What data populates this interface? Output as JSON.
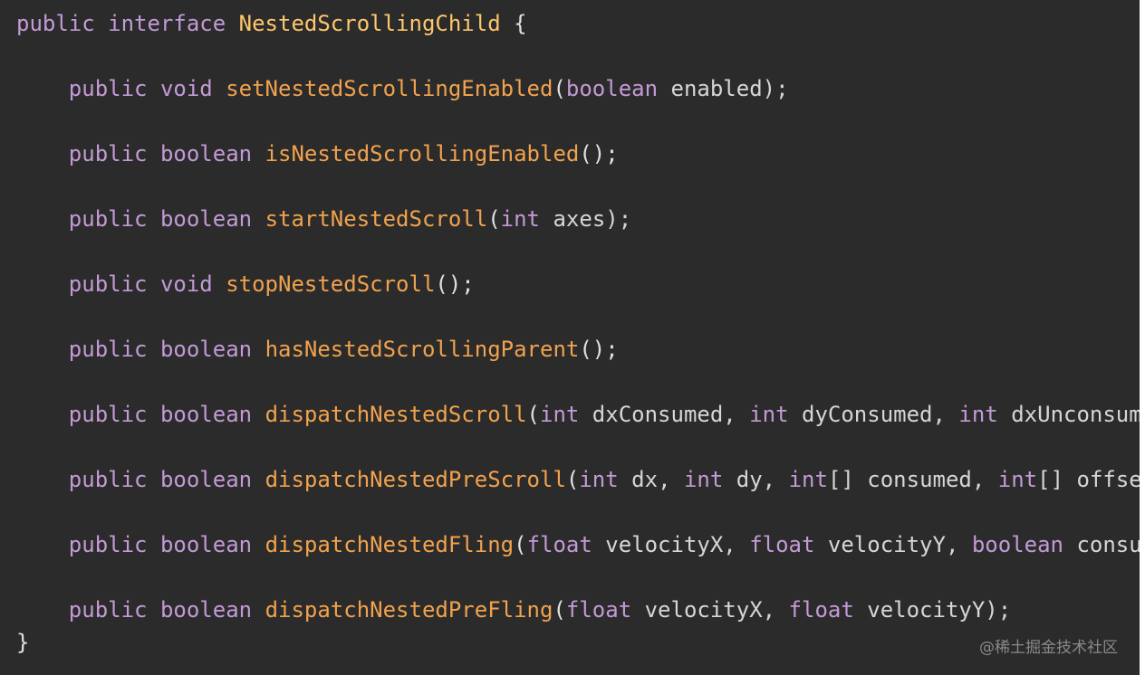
{
  "code": {
    "lines": [
      [
        {
          "t": "public",
          "c": "kw"
        },
        {
          "t": " ",
          "c": "plain"
        },
        {
          "t": "interface",
          "c": "kw"
        },
        {
          "t": " ",
          "c": "plain"
        },
        {
          "t": "NestedScrollingChild",
          "c": "type"
        },
        {
          "t": " {",
          "c": "punct"
        }
      ],
      [],
      [
        {
          "t": "    ",
          "c": "plain"
        },
        {
          "t": "public",
          "c": "kw"
        },
        {
          "t": " ",
          "c": "plain"
        },
        {
          "t": "void",
          "c": "kw"
        },
        {
          "t": " ",
          "c": "plain"
        },
        {
          "t": "setNestedScrollingEnabled",
          "c": "fn"
        },
        {
          "t": "(",
          "c": "punct"
        },
        {
          "t": "boolean",
          "c": "kw"
        },
        {
          "t": " enabled);",
          "c": "plain"
        }
      ],
      [],
      [
        {
          "t": "    ",
          "c": "plain"
        },
        {
          "t": "public",
          "c": "kw"
        },
        {
          "t": " ",
          "c": "plain"
        },
        {
          "t": "boolean",
          "c": "kw"
        },
        {
          "t": " ",
          "c": "plain"
        },
        {
          "t": "isNestedScrollingEnabled",
          "c": "fn"
        },
        {
          "t": "();",
          "c": "punct"
        }
      ],
      [],
      [
        {
          "t": "    ",
          "c": "plain"
        },
        {
          "t": "public",
          "c": "kw"
        },
        {
          "t": " ",
          "c": "plain"
        },
        {
          "t": "boolean",
          "c": "kw"
        },
        {
          "t": " ",
          "c": "plain"
        },
        {
          "t": "startNestedScroll",
          "c": "fn"
        },
        {
          "t": "(",
          "c": "punct"
        },
        {
          "t": "int",
          "c": "kw"
        },
        {
          "t": " axes);",
          "c": "plain"
        }
      ],
      [],
      [
        {
          "t": "    ",
          "c": "plain"
        },
        {
          "t": "public",
          "c": "kw"
        },
        {
          "t": " ",
          "c": "plain"
        },
        {
          "t": "void",
          "c": "kw"
        },
        {
          "t": " ",
          "c": "plain"
        },
        {
          "t": "stopNestedScroll",
          "c": "fn"
        },
        {
          "t": "();",
          "c": "punct"
        }
      ],
      [],
      [
        {
          "t": "    ",
          "c": "plain"
        },
        {
          "t": "public",
          "c": "kw"
        },
        {
          "t": " ",
          "c": "plain"
        },
        {
          "t": "boolean",
          "c": "kw"
        },
        {
          "t": " ",
          "c": "plain"
        },
        {
          "t": "hasNestedScrollingParent",
          "c": "fn"
        },
        {
          "t": "();",
          "c": "punct"
        }
      ],
      [],
      [
        {
          "t": "    ",
          "c": "plain"
        },
        {
          "t": "public",
          "c": "kw"
        },
        {
          "t": " ",
          "c": "plain"
        },
        {
          "t": "boolean",
          "c": "kw"
        },
        {
          "t": " ",
          "c": "plain"
        },
        {
          "t": "dispatchNestedScroll",
          "c": "fn"
        },
        {
          "t": "(",
          "c": "punct"
        },
        {
          "t": "int",
          "c": "kw"
        },
        {
          "t": " dxConsumed, ",
          "c": "plain"
        },
        {
          "t": "int",
          "c": "kw"
        },
        {
          "t": " dyConsumed, ",
          "c": "plain"
        },
        {
          "t": "int",
          "c": "kw"
        },
        {
          "t": " dxUnconsume",
          "c": "plain"
        }
      ],
      [],
      [
        {
          "t": "    ",
          "c": "plain"
        },
        {
          "t": "public",
          "c": "kw"
        },
        {
          "t": " ",
          "c": "plain"
        },
        {
          "t": "boolean",
          "c": "kw"
        },
        {
          "t": " ",
          "c": "plain"
        },
        {
          "t": "dispatchNestedPreScroll",
          "c": "fn"
        },
        {
          "t": "(",
          "c": "punct"
        },
        {
          "t": "int",
          "c": "kw"
        },
        {
          "t": " dx, ",
          "c": "plain"
        },
        {
          "t": "int",
          "c": "kw"
        },
        {
          "t": " dy, ",
          "c": "plain"
        },
        {
          "t": "int",
          "c": "kw"
        },
        {
          "t": "[] consumed, ",
          "c": "plain"
        },
        {
          "t": "int",
          "c": "kw"
        },
        {
          "t": "[] offse",
          "c": "plain"
        }
      ],
      [],
      [
        {
          "t": "    ",
          "c": "plain"
        },
        {
          "t": "public",
          "c": "kw"
        },
        {
          "t": " ",
          "c": "plain"
        },
        {
          "t": "boolean",
          "c": "kw"
        },
        {
          "t": " ",
          "c": "plain"
        },
        {
          "t": "dispatchNestedFling",
          "c": "fn"
        },
        {
          "t": "(",
          "c": "punct"
        },
        {
          "t": "float",
          "c": "kw"
        },
        {
          "t": " velocityX, ",
          "c": "plain"
        },
        {
          "t": "float",
          "c": "kw"
        },
        {
          "t": " velocityY, ",
          "c": "plain"
        },
        {
          "t": "boolean",
          "c": "kw"
        },
        {
          "t": " consu",
          "c": "plain"
        }
      ],
      [],
      [
        {
          "t": "    ",
          "c": "plain"
        },
        {
          "t": "public",
          "c": "kw"
        },
        {
          "t": " ",
          "c": "plain"
        },
        {
          "t": "boolean",
          "c": "kw"
        },
        {
          "t": " ",
          "c": "plain"
        },
        {
          "t": "dispatchNestedPreFling",
          "c": "fn"
        },
        {
          "t": "(",
          "c": "punct"
        },
        {
          "t": "float",
          "c": "kw"
        },
        {
          "t": " velocityX, ",
          "c": "plain"
        },
        {
          "t": "float",
          "c": "kw"
        },
        {
          "t": " velocityY);",
          "c": "plain"
        }
      ],
      [
        {
          "t": "}",
          "c": "punct"
        }
      ]
    ]
  },
  "watermark": {
    "text": "@稀土掘金技术社区"
  },
  "colors": {
    "background": "#2b2b2b",
    "keyword": "#c39ad6",
    "type": "#ffc76b",
    "method": "#f0a24e",
    "text": "#d6d6d6"
  }
}
